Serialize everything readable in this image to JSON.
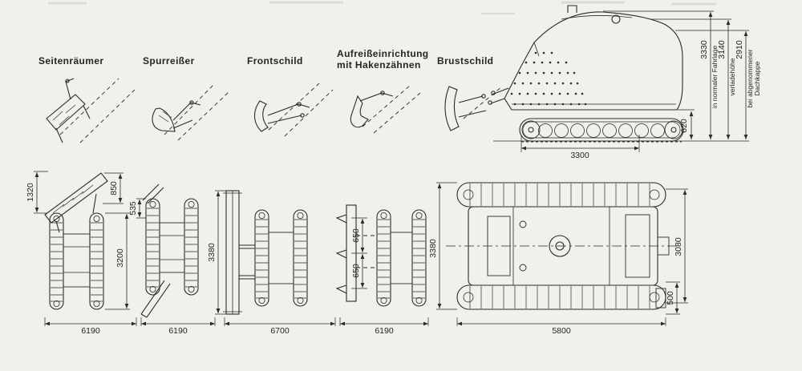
{
  "drawing": {
    "background": "#f1f0ea",
    "ink_color": "#2b2b28"
  },
  "attachments": [
    {
      "label": "Seitenräumer"
    },
    {
      "label": "Spurreißer"
    },
    {
      "label": "Frontschild"
    },
    {
      "label_line1": "Aufreißeinrichtung",
      "label_line2": "mit Hakenzähnen"
    },
    {
      "label": "Brustschild"
    }
  ],
  "side_view": {
    "length_dim": "3300",
    "height_dim": "620",
    "overall_heights": [
      {
        "value": "3330",
        "note": "in normaler Fahrlage"
      },
      {
        "value": "3140",
        "note": "verladehöhe"
      },
      {
        "value": "2910",
        "note_line1": "bei abgenommener",
        "note_line2": "Dachkappe"
      }
    ]
  },
  "plan_views": {
    "seitenraeumer": {
      "blade_reach": "1320",
      "blade_offset": "850",
      "frame_length": "3200",
      "overall_length": "6190"
    },
    "spurreisser": {
      "tooth_offset": "535",
      "overall_length": "6190"
    },
    "frontschild": {
      "blade_width": "3380",
      "overall_length": "6700"
    },
    "hakenzaehne": {
      "spacing_a": "650",
      "spacing_b": "650",
      "overall_length": "6190"
    },
    "fahrzeug_draufsicht": {
      "overall_width": "3380",
      "track_gauge": "3080",
      "rear_offset": "500",
      "overall_length": "5800"
    }
  }
}
